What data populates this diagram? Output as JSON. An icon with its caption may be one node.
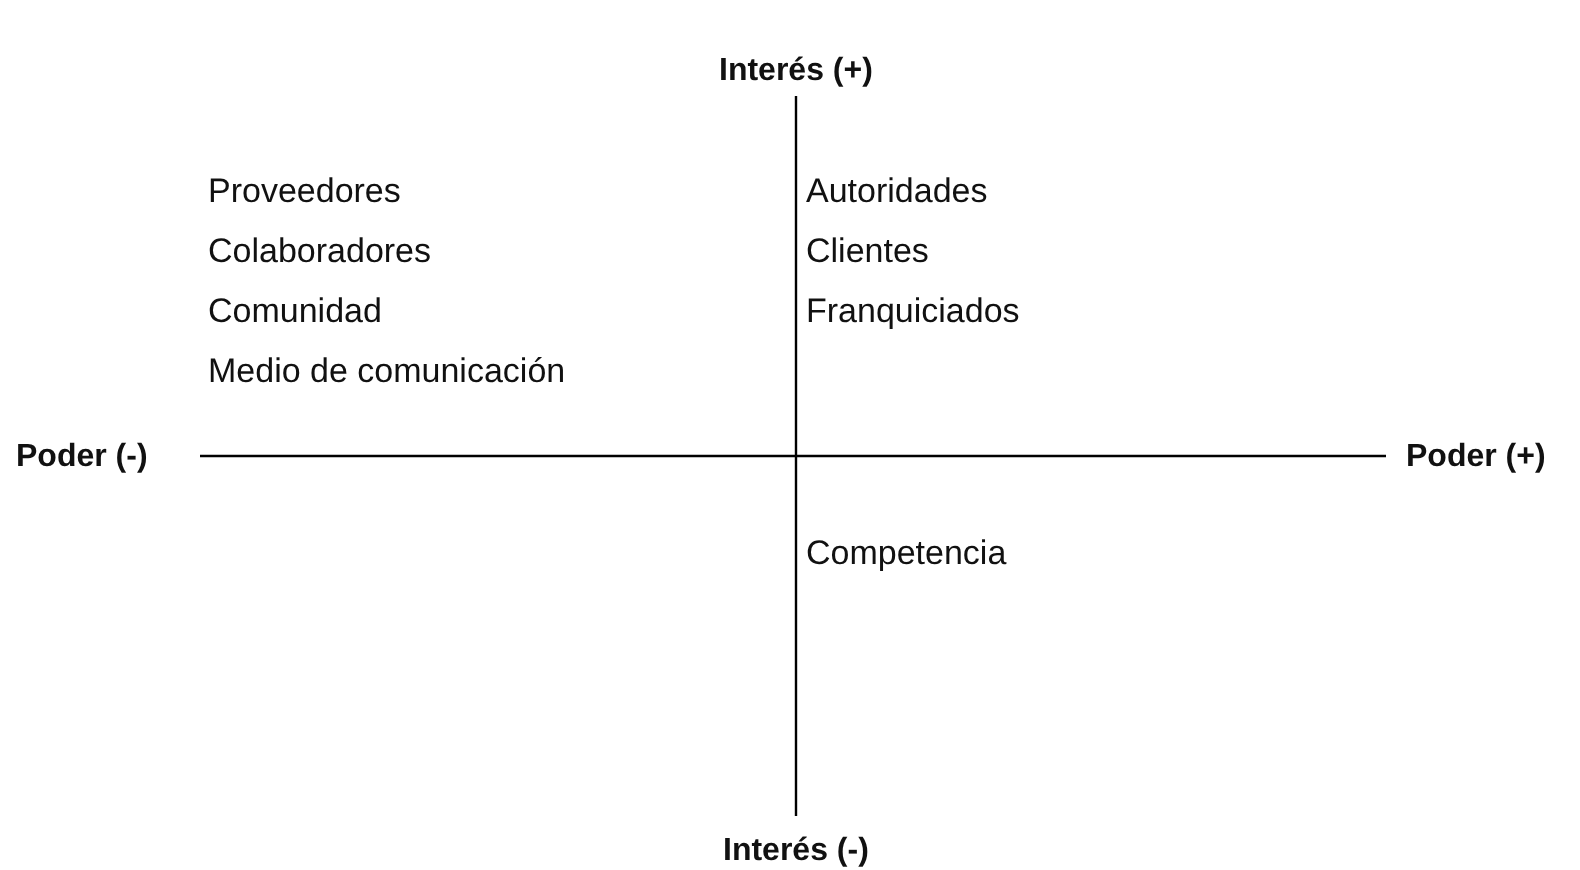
{
  "diagram": {
    "labels": [
      "Interés (+)",
      "Proveedores",
      "Autoridades",
      "Colaboradores",
      "Clientes",
      "Comunidad",
      "Franquiciados",
      "Medio de comunicación",
      "Poder (-)",
      "Poder (+)",
      "Competencia",
      "Interés (-)"
    ]
  }
}
